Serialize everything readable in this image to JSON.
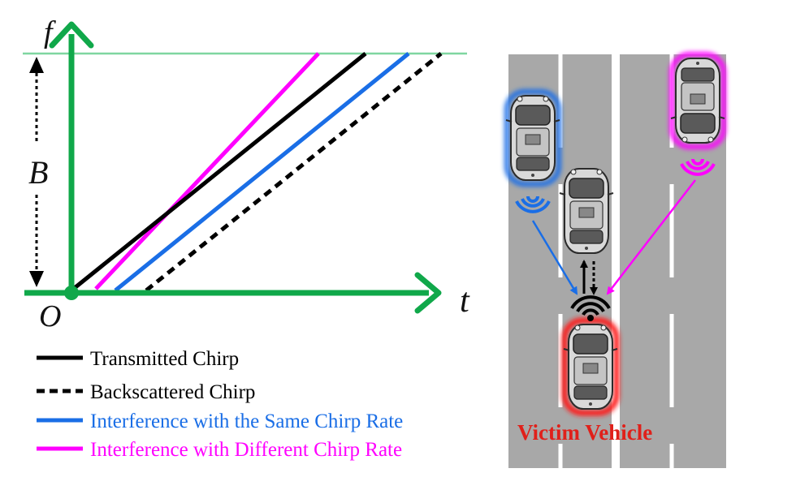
{
  "plot": {
    "y_axis_label": "f",
    "x_axis_label": "t",
    "origin_label": "O",
    "bandwidth_label": "B"
  },
  "legend": [
    {
      "label": "Transmitted Chirp",
      "color": "#000000",
      "dashed": false
    },
    {
      "label": "Backscattered Chirp",
      "color": "#000000",
      "dashed": true
    },
    {
      "label": "Interference with the Same Chirp Rate",
      "color": "#1a6ee6",
      "dashed": false
    },
    {
      "label": "Interference with Different Chirp Rate",
      "color": "#ff00ff",
      "dashed": false
    }
  ],
  "colors": {
    "axis": "#10a84a",
    "bandwidth_line": "#7fd6a0",
    "transmitted": "#000000",
    "backscattered": "#000000",
    "same_rate": "#1a6ee6",
    "different_rate": "#ff00ff",
    "road": "#a8a8a8",
    "lane_marking": "#ffffff",
    "victim_glow": "#ff1a1a"
  },
  "scene": {
    "victim_label": "Victim Vehicle",
    "icons": [
      "car-icon",
      "radar-wave-icon"
    ]
  }
}
